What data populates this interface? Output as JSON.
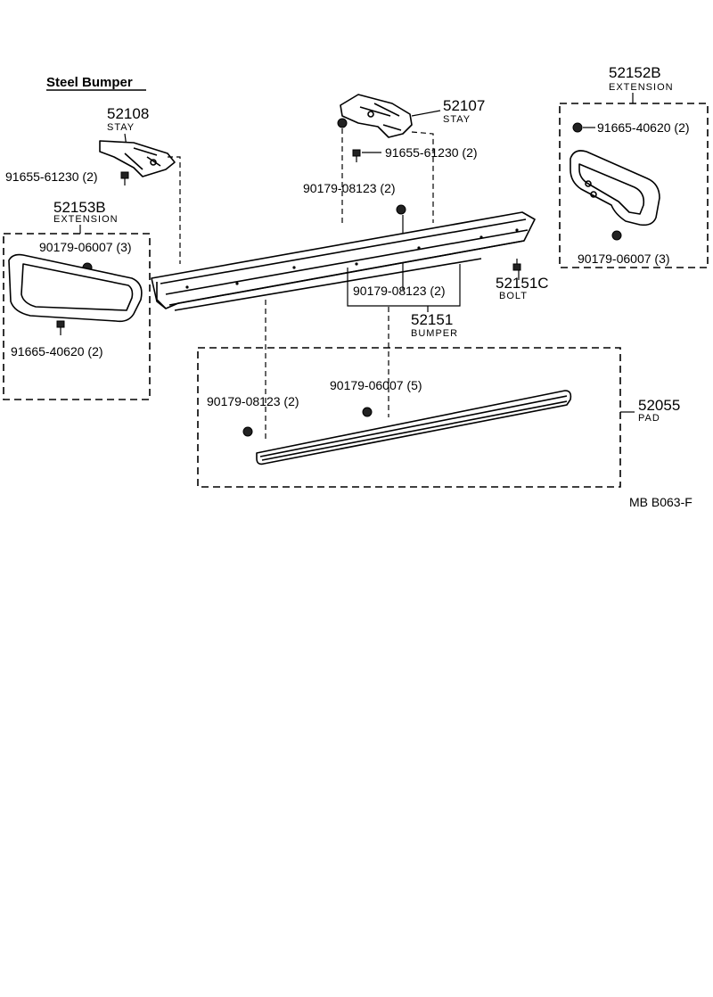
{
  "title": "Steel  Bumper",
  "figure_code": "MB  B063-F",
  "parts": {
    "stay_left": {
      "number": "52108",
      "name": "STAY"
    },
    "stay_right": {
      "number": "52107",
      "name": "STAY"
    },
    "ext_right": {
      "number": "52152B",
      "name": "EXTENSION"
    },
    "ext_left": {
      "number": "52153B",
      "name": "EXTENSION"
    },
    "bumper": {
      "number": "52151",
      "name": "BUMPER"
    },
    "bolt": {
      "number": "52151C",
      "name": "BOLT"
    },
    "pad": {
      "number": "52055",
      "name": "PAD"
    }
  },
  "hardware": {
    "h1": "91655-61230 (2)",
    "h2": "91655-61230 (2)",
    "h3": "90179-08123 (2)",
    "h4": "90179-08123 (2)",
    "h5": "91665-40620 (2)",
    "h6": "90179-06007 (3)",
    "h7": "90179-06007 (3)",
    "h8": "91665-40620 (2)",
    "h9": "90179-06007 (5)",
    "h10": "90179-08123 (2)"
  }
}
